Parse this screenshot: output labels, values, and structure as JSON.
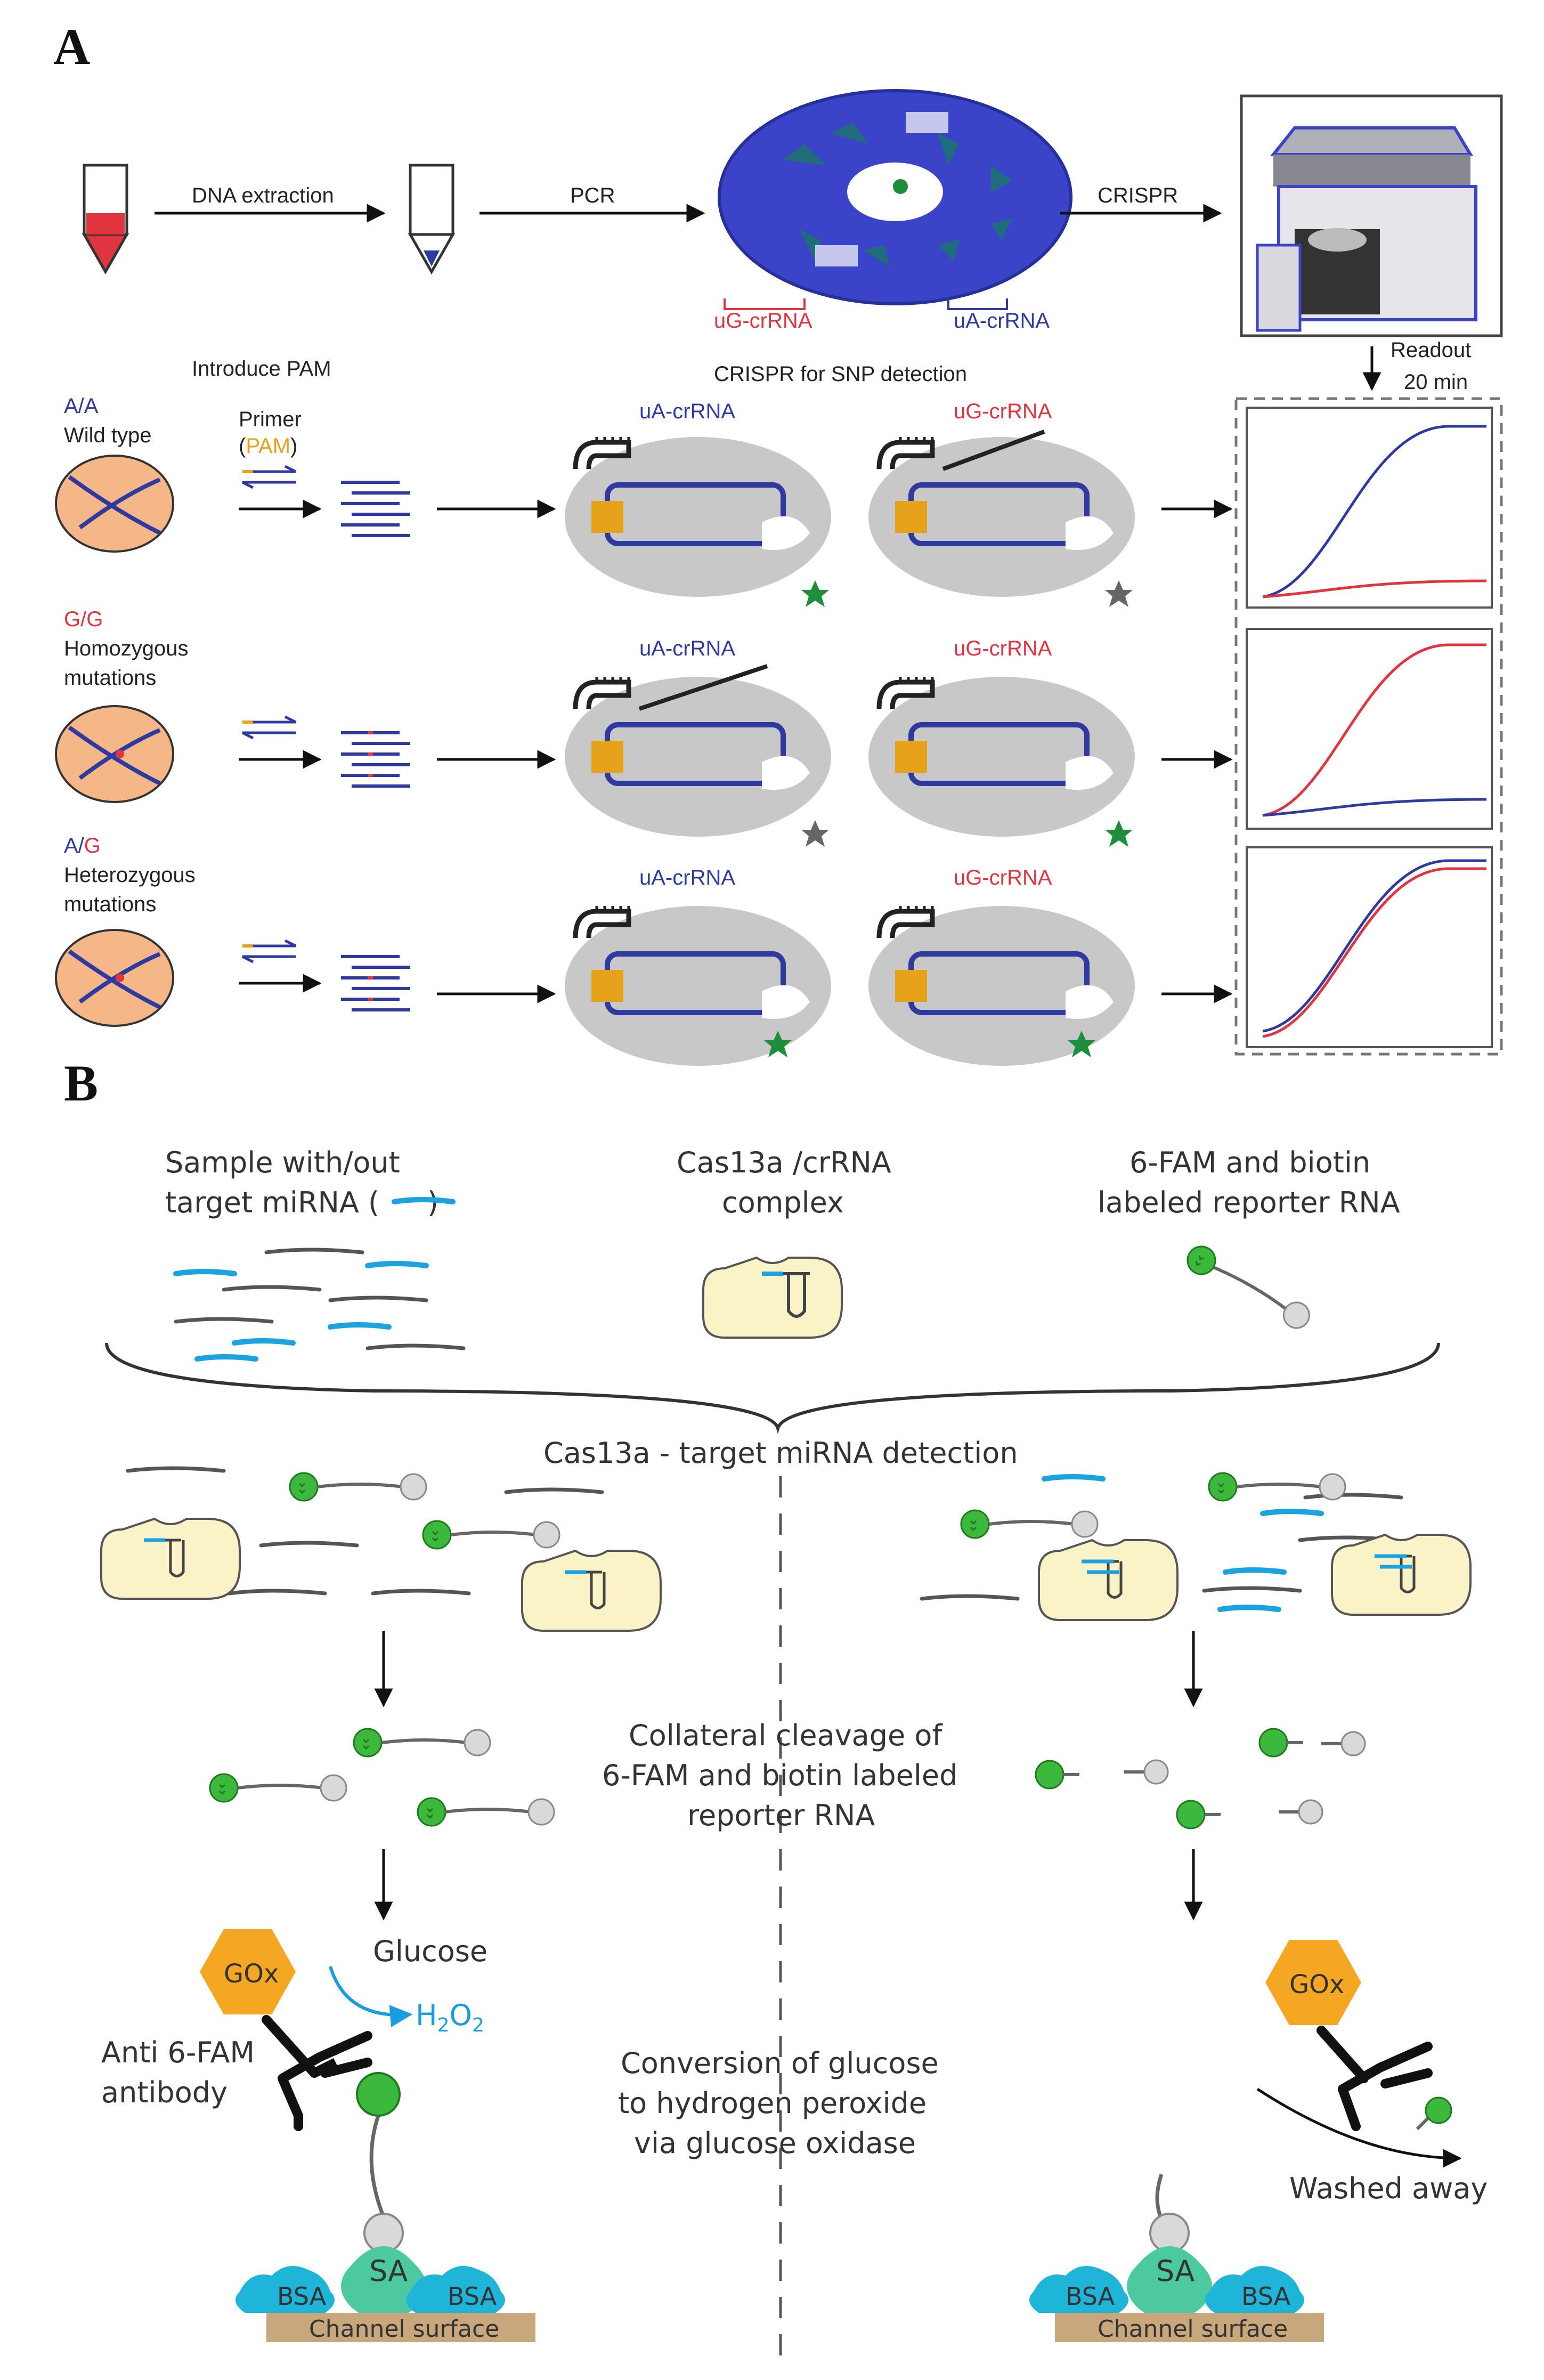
{
  "panel_a": {
    "label": "A",
    "workflow": {
      "step1": "DNA extraction",
      "step2": "PCR",
      "step3": "CRISPR",
      "ug_crrna": "uG-crRNA",
      "ua_crrna": "uA-crRNA",
      "readout": "Readout",
      "readout_time": "20 min"
    },
    "introduce_pam": "Introduce PAM",
    "crispr_snp": "CRISPR for SNP detection",
    "primer": "Primer",
    "pam_open": "(",
    "pam": "PAM",
    "pam_close": ")",
    "rows": [
      {
        "genotype": "A/A",
        "line1": "Wild type",
        "line2": ""
      },
      {
        "genotype": "G/G",
        "line1": "Homozygous",
        "line2": "mutations"
      },
      {
        "genotype_a": "A/",
        "genotype_b": "G",
        "line1": "Heterozygous",
        "line2": "mutations"
      }
    ],
    "label_ua": "uA-crRNA",
    "label_ug": "uG-crRNA",
    "colors": {
      "blue": "#2e3a9f",
      "red": "#e0343f",
      "orange": "#e7a21c",
      "green": "#1d8f3a"
    }
  },
  "panel_b": {
    "label": "B",
    "sample_line1": "Sample with/out",
    "sample_line2": "target miRNA (",
    "sample_line2_end": ")",
    "cas_line1": "Cas13a /crRNA",
    "cas_line2": "complex",
    "reporter_line1": "6-FAM and biotin",
    "reporter_line2": "labeled reporter RNA",
    "detection": "Cas13a - target miRNA detection",
    "collateral_line1": "Collateral cleavage of",
    "collateral_line2": "6-FAM and biotin labeled",
    "collateral_line3": "reporter RNA",
    "gox": "GOx",
    "glucose": "Glucose",
    "h2o2": "H",
    "h2o2_sub": "2",
    "h2o2_o": "O",
    "h2o2_sub2": "2",
    "antibody_line1": "Anti 6-FAM",
    "antibody_line2": "antibody",
    "conversion_line1": "Conversion of glucose",
    "conversion_line2": "to hydrogen peroxide",
    "conversion_line3": "via glucose oxidase",
    "washed": "Washed away",
    "bsa": "BSA",
    "sa": "SA",
    "surface": "Channel surface",
    "colors": {
      "mirna": "#1aa3e0",
      "fam": "#3cb83c",
      "gox": "#f5a623",
      "sa": "#4dc9a0",
      "bsa": "#1fb5d9",
      "surface": "#c9a77c",
      "cas": "#faf3c8"
    }
  }
}
